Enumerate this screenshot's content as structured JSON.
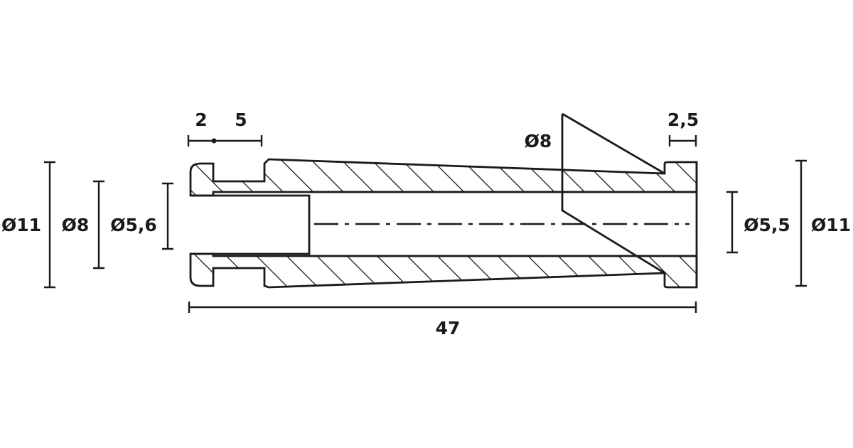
{
  "dimensions": {
    "left_outer_diameter": "Ø11",
    "left_groove_diameter": "Ø8",
    "left_bore_diameter": "Ø5,6",
    "right_bore_diameter": "Ø5,5",
    "right_outer_diameter": "Ø11",
    "flap_diameter": "Ø8",
    "collar_width": "2",
    "groove_width": "5",
    "end_collar_width": "2,5",
    "total_length": "47"
  }
}
